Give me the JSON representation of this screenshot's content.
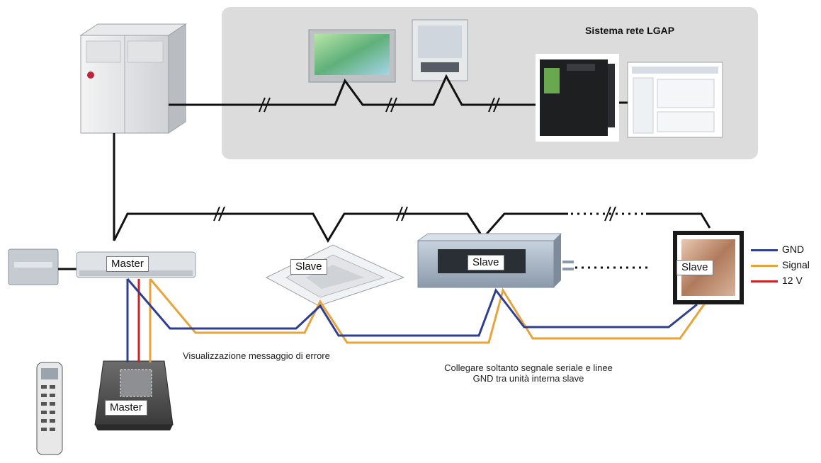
{
  "panel": {
    "title": "Sistema rete LGAP"
  },
  "labels": {
    "master_unit": "Master",
    "slave_cassette": "Slave",
    "slave_duct": "Slave",
    "slave_panel": "Slave",
    "master_controller": "Master"
  },
  "notes": {
    "error_message": "Visualizzazione messaggio di errore",
    "connect_line1": "Collegare soltanto segnale seriale e linee",
    "connect_line2": "GND tra unità interna slave"
  },
  "legend": [
    {
      "label": "GND",
      "color": "#2e3f8f"
    },
    {
      "label": "Signal",
      "color": "#e8a33a"
    },
    {
      "label": "12 V",
      "color": "#cc2222"
    }
  ],
  "colors": {
    "panel_bg": "#dcdcdc",
    "wire_black": "#111111"
  }
}
